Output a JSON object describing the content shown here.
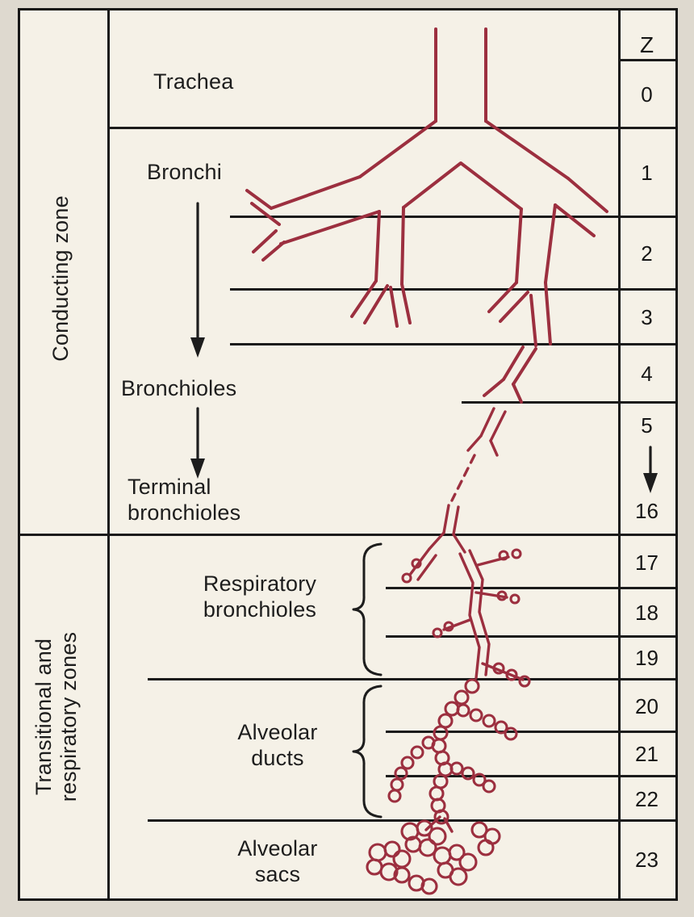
{
  "colors": {
    "airway": "#9c2f3f",
    "ink": "#1d1d1d",
    "paper": "#f5f1e7"
  },
  "zones": {
    "conducting": "Conducting zone",
    "transitional": "Transitional and respiratory zones"
  },
  "airway_labels": {
    "trachea": "Trachea",
    "bronchi": "Bronchi",
    "bronchioles": "Bronchioles",
    "terminal_bronchioles": "Terminal bronchioles",
    "respiratory_bronchioles": "Respiratory bronchioles",
    "alveolar_ducts": "Alveolar ducts",
    "alveolar_sacs": "Alveolar sacs"
  },
  "generation_column": {
    "header": "Z",
    "continuation_arrow": "↓",
    "numbers": [
      "0",
      "1",
      "2",
      "3",
      "4",
      "5",
      "16",
      "17",
      "18",
      "19",
      "20",
      "21",
      "22",
      "23"
    ]
  }
}
